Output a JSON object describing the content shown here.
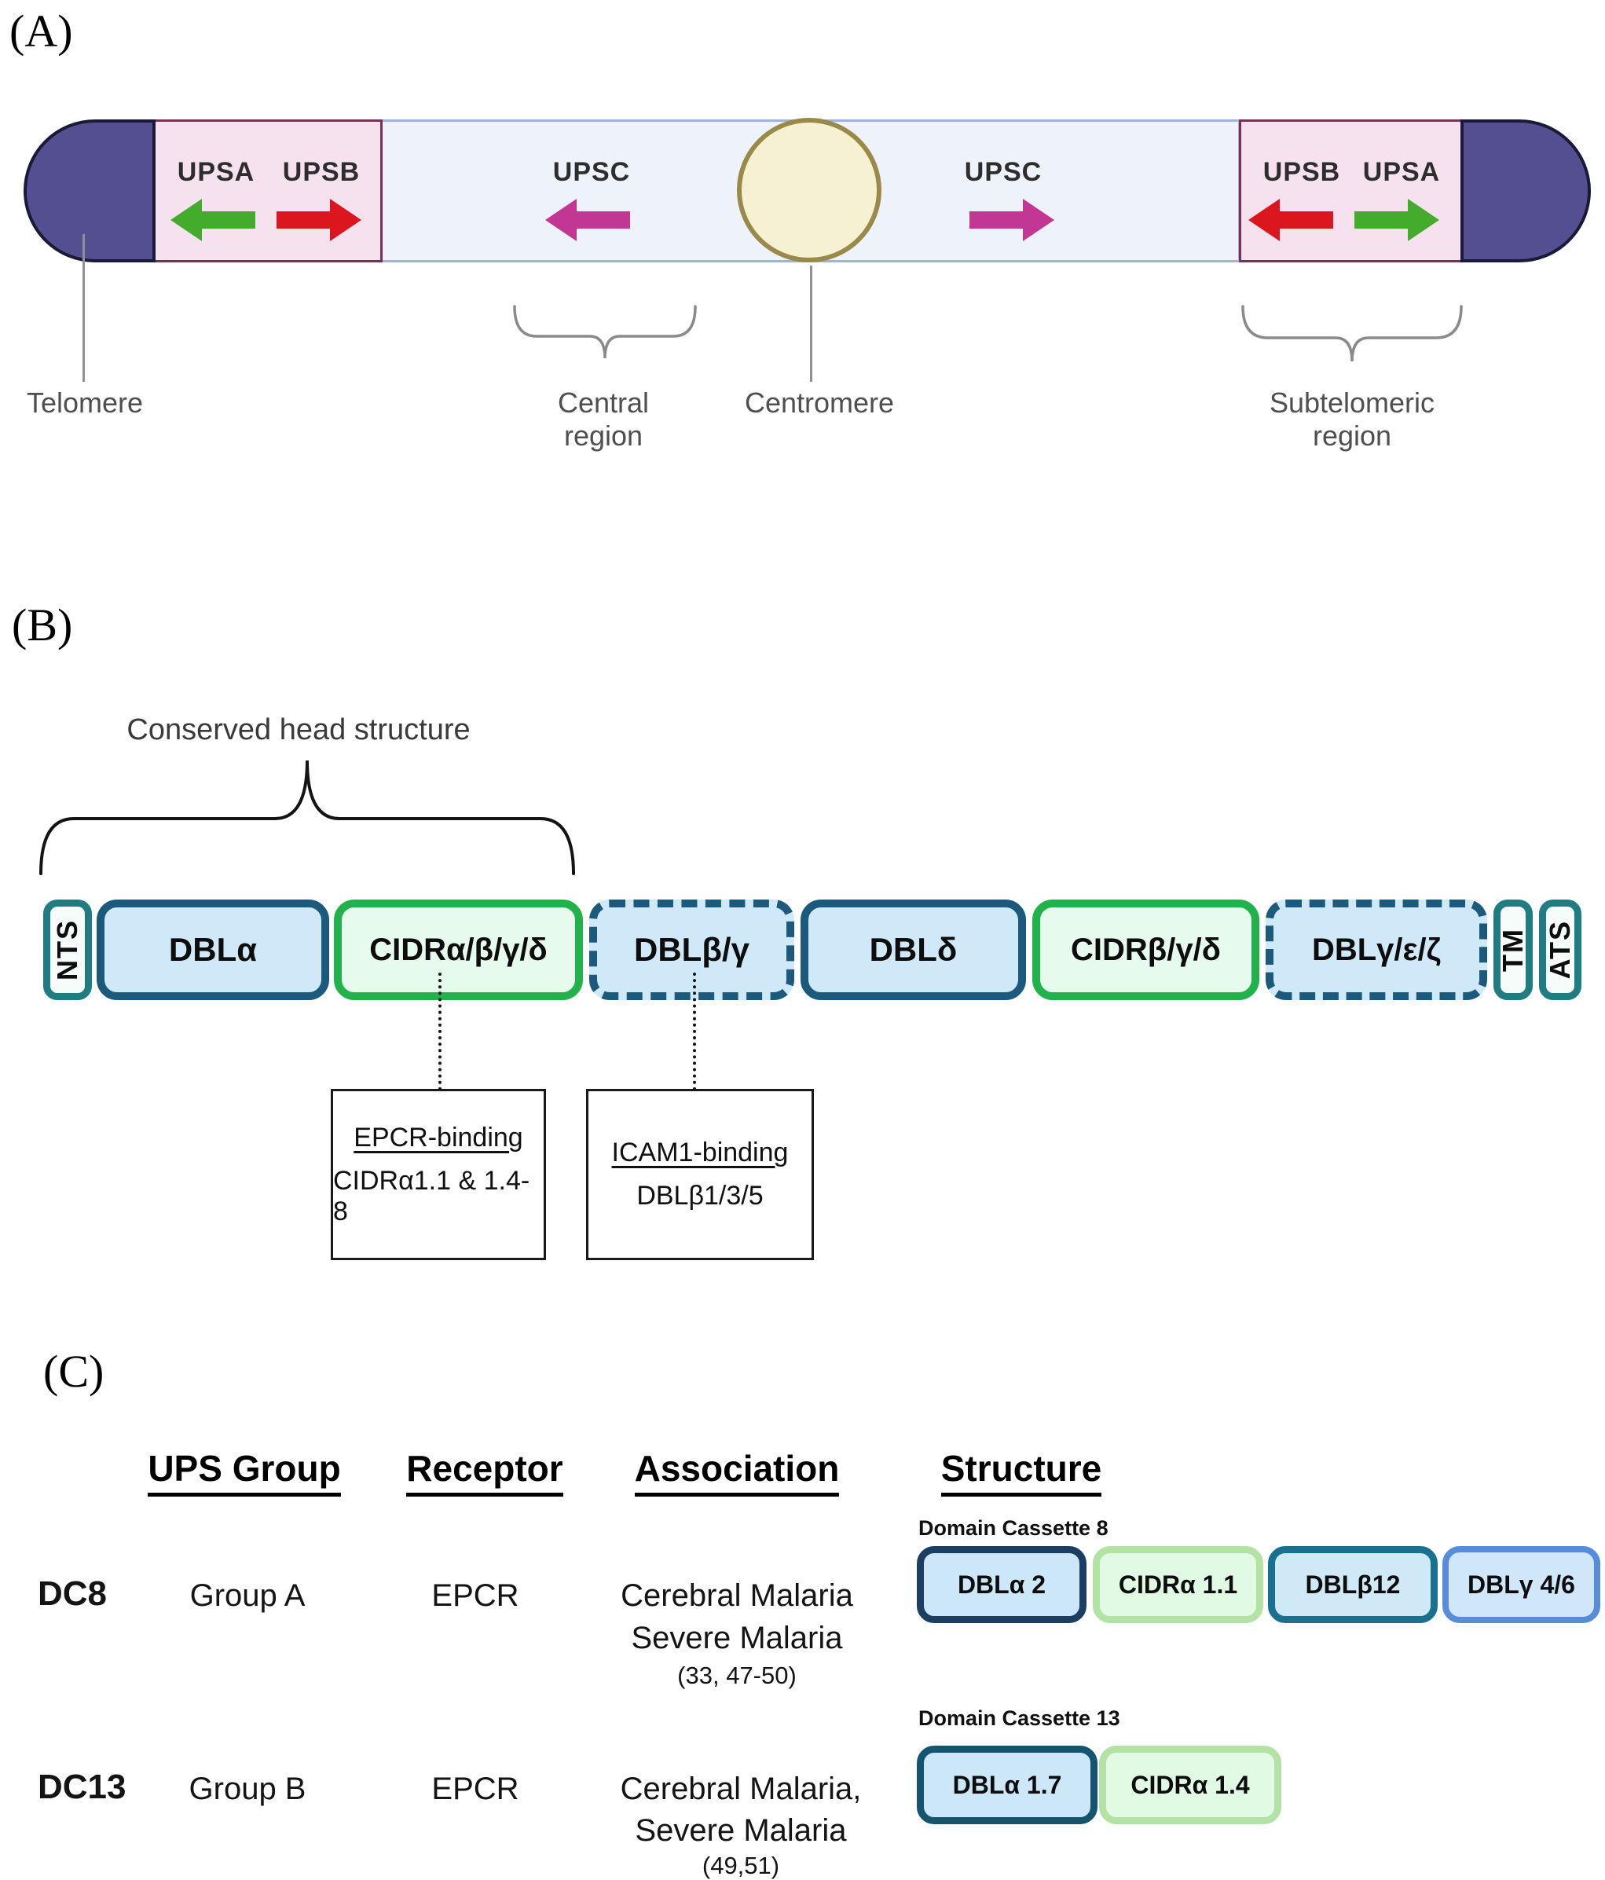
{
  "colors": {
    "telomere_cap": "#534f90",
    "subtelomeric_fill": "#f6e2ee",
    "subtelomeric_border": "#7e2d55",
    "central_fill": "#edf2fb",
    "central_border": "#9db3dd",
    "centromere_fill": "#f6f1d2",
    "centromere_border": "#998a49",
    "green_arrow": "#43ac2d",
    "red_arrow": "#dc161f",
    "magenta_arrow": "#c23794",
    "brace_gray": "#8a8a8a",
    "domain_blue_fill": "#cfe9f8",
    "domain_blue_border": "#1b5a7d",
    "domain_green_fill": "#e6fbee",
    "domain_green_border": "#22b24c",
    "teal_border": "#1f7d82",
    "dc_navy_border": "#1d3e63",
    "dc_green_border": "#b2e3a4",
    "dc_teal_border": "#19708f",
    "dc_blue_border": "#578cdb"
  },
  "panel_a": {
    "label": "(A)",
    "ups": {
      "upsa_left": "UPSA",
      "upsb_left": "UPSB",
      "upsc_left": "UPSC",
      "upsc_right": "UPSC",
      "upsb_right": "UPSB",
      "upsa_right": "UPSA"
    },
    "captions": {
      "telomere": "Telomere",
      "central_line1": "Central",
      "central_line2": "region",
      "centromere": "Centromere",
      "subtelomeric_line1": "Subtelomeric",
      "subtelomeric_line2": "region"
    }
  },
  "panel_b": {
    "label": "(B)",
    "brace_label": "Conserved head structure",
    "domains": [
      {
        "label": "NTS",
        "kind": "anchor"
      },
      {
        "label": "DBLα",
        "kind": "dbl-solid"
      },
      {
        "label": "CIDRα/β/γ/δ",
        "kind": "cidr"
      },
      {
        "label": "DBLβ/γ",
        "kind": "dbl-dashed"
      },
      {
        "label": "DBLδ",
        "kind": "dbl-solid"
      },
      {
        "label": "CIDRβ/γ/δ",
        "kind": "cidr"
      },
      {
        "label": "DBLγ/ε/ζ",
        "kind": "dbl-dashed"
      },
      {
        "label": "TM",
        "kind": "anchor"
      },
      {
        "label": "ATS",
        "kind": "anchor"
      }
    ],
    "callouts": [
      {
        "title": "EPCR-binding",
        "detail": "CIDRα1.1 & 1.4-8"
      },
      {
        "title": "ICAM1-binding",
        "detail": "DBLβ1/3/5"
      }
    ]
  },
  "panel_c": {
    "label": "(C)",
    "headers": [
      "UPS Group",
      "Receptor",
      "Association",
      "Structure"
    ],
    "rows": [
      {
        "id": "DC8",
        "group": "Group A",
        "receptor": "EPCR",
        "association_lines": [
          "Cerebral Malaria",
          "Severe Malaria",
          "(33, 47-50)"
        ],
        "cassette_label": "Domain Cassette 8",
        "domains": [
          {
            "label": "DBLα 2"
          },
          {
            "label": "CIDRα 1.1"
          },
          {
            "label": "DBLβ12"
          },
          {
            "label": "DBLγ 4/6"
          }
        ]
      },
      {
        "id": "DC13",
        "group": "Group B",
        "receptor": "EPCR",
        "association_lines": [
          "Cerebral Malaria,",
          "Severe Malaria",
          "(49,51)"
        ],
        "cassette_label": "Domain Cassette 13",
        "domains": [
          {
            "label": "DBLα 1.7"
          },
          {
            "label": "CIDRα 1.4"
          }
        ]
      }
    ]
  }
}
